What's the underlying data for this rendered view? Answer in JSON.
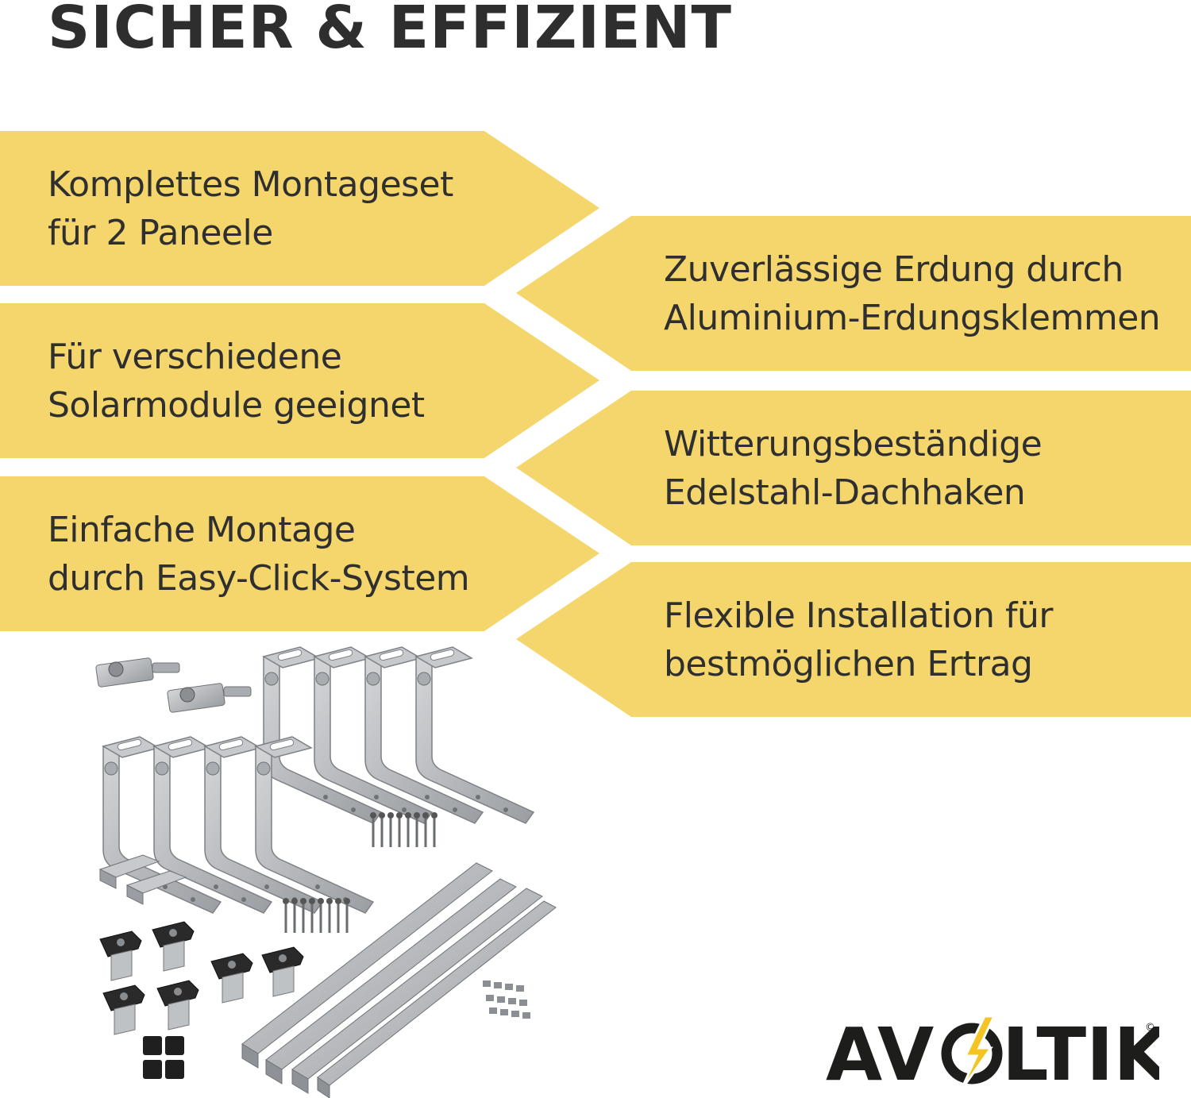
{
  "headline": "SICHER & EFFIZIENT",
  "features_left": [
    {
      "line1": "Komplettes Montageset",
      "line2": "für 2 Paneele"
    },
    {
      "line1": "Für verschiedene",
      "line2": "Solarmodule geeignet"
    },
    {
      "line1": "Einfache Montage",
      "line2": "durch Easy-Click-System"
    }
  ],
  "features_right": [
    {
      "line1": "Zuverlässige Erdung durch",
      "line2": "Aluminium-Erdungsklemmen"
    },
    {
      "line1": "Witterungsbeständige",
      "line2": "Edelstahl-Dachhaken"
    },
    {
      "line1": "Flexible Installation für",
      "line2": "bestmöglichen Ertrag"
    }
  ],
  "logo": {
    "part1": "AV",
    "part2": "LTIK",
    "trademark": "©"
  },
  "colors": {
    "banner": "#f4d66c",
    "text": "#2f2f2f",
    "metal": "#b9bcbf",
    "clip_black": "#2a2a2a"
  },
  "icons": [
    "lightning-bolt-icon"
  ]
}
